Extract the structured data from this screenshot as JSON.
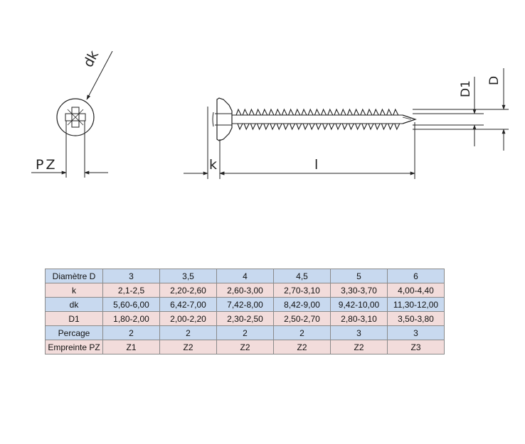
{
  "drawing": {
    "label_dk": "dk",
    "label_pz": "PZ",
    "label_k": "k",
    "label_l": "l",
    "label_d1": "D1",
    "label_d": "D"
  },
  "colors": {
    "row_blue": "#c8d9ef",
    "row_pink": "#f2dcdb",
    "line": "#222222"
  },
  "table": {
    "rows": [
      {
        "label": "Diamètre D",
        "values": [
          "3",
          "3,5",
          "4",
          "4,5",
          "5",
          "6"
        ],
        "tone": "blue"
      },
      {
        "label": "k",
        "values": [
          "2,1-2,5",
          "2,20-2,60",
          "2,60-3,00",
          "2,70-3,10",
          "3,30-3,70",
          "4,00-4,40"
        ],
        "tone": "pink"
      },
      {
        "label": "dk",
        "values": [
          "5,60-6,00",
          "6,42-7,00",
          "7,42-8,00",
          "8,42-9,00",
          "9,42-10,00",
          "11,30-12,00"
        ],
        "tone": "blue"
      },
      {
        "label": "D1",
        "values": [
          "1,80-2,00",
          "2,00-2,20",
          "2,30-2,50",
          "2,50-2,70",
          "2,80-3,10",
          "3,50-3,80"
        ],
        "tone": "pink"
      },
      {
        "label": "Percage",
        "values": [
          "2",
          "2",
          "2",
          "2",
          "3",
          "3"
        ],
        "tone": "blue"
      },
      {
        "label": "Empreinte PZ",
        "values": [
          "Z1",
          "Z2",
          "Z2",
          "Z2",
          "Z2",
          "Z3"
        ],
        "tone": "pink"
      }
    ]
  }
}
